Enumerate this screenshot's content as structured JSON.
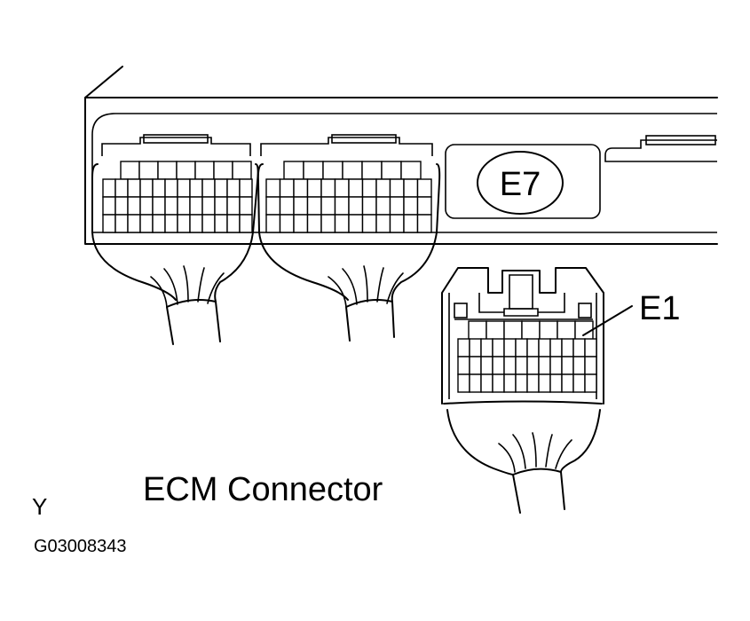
{
  "labels": {
    "e7": "E7",
    "e1": "E1",
    "title": "ECM Connector",
    "orientation": "Y",
    "figure_id": "G03008343"
  }
}
